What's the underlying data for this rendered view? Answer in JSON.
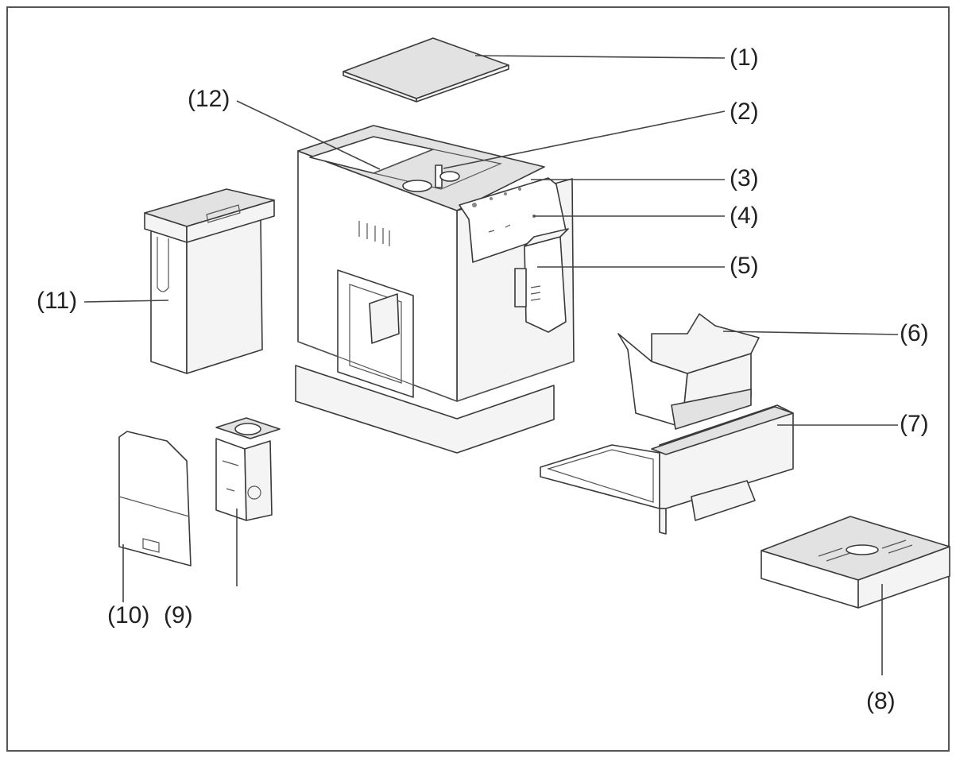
{
  "callouts": {
    "c1": "(1)",
    "c2": "(2)",
    "c3": "(3)",
    "c4": "(4)",
    "c5": "(5)",
    "c6": "(6)",
    "c7": "(7)",
    "c8": "(8)",
    "c9": "(9)",
    "c10": "(10)",
    "c11": "(11)",
    "c12": "(12)"
  },
  "colors": {
    "frame": "#555555",
    "outline": "#3a3a3a",
    "fill": "#f4f4f4"
  }
}
